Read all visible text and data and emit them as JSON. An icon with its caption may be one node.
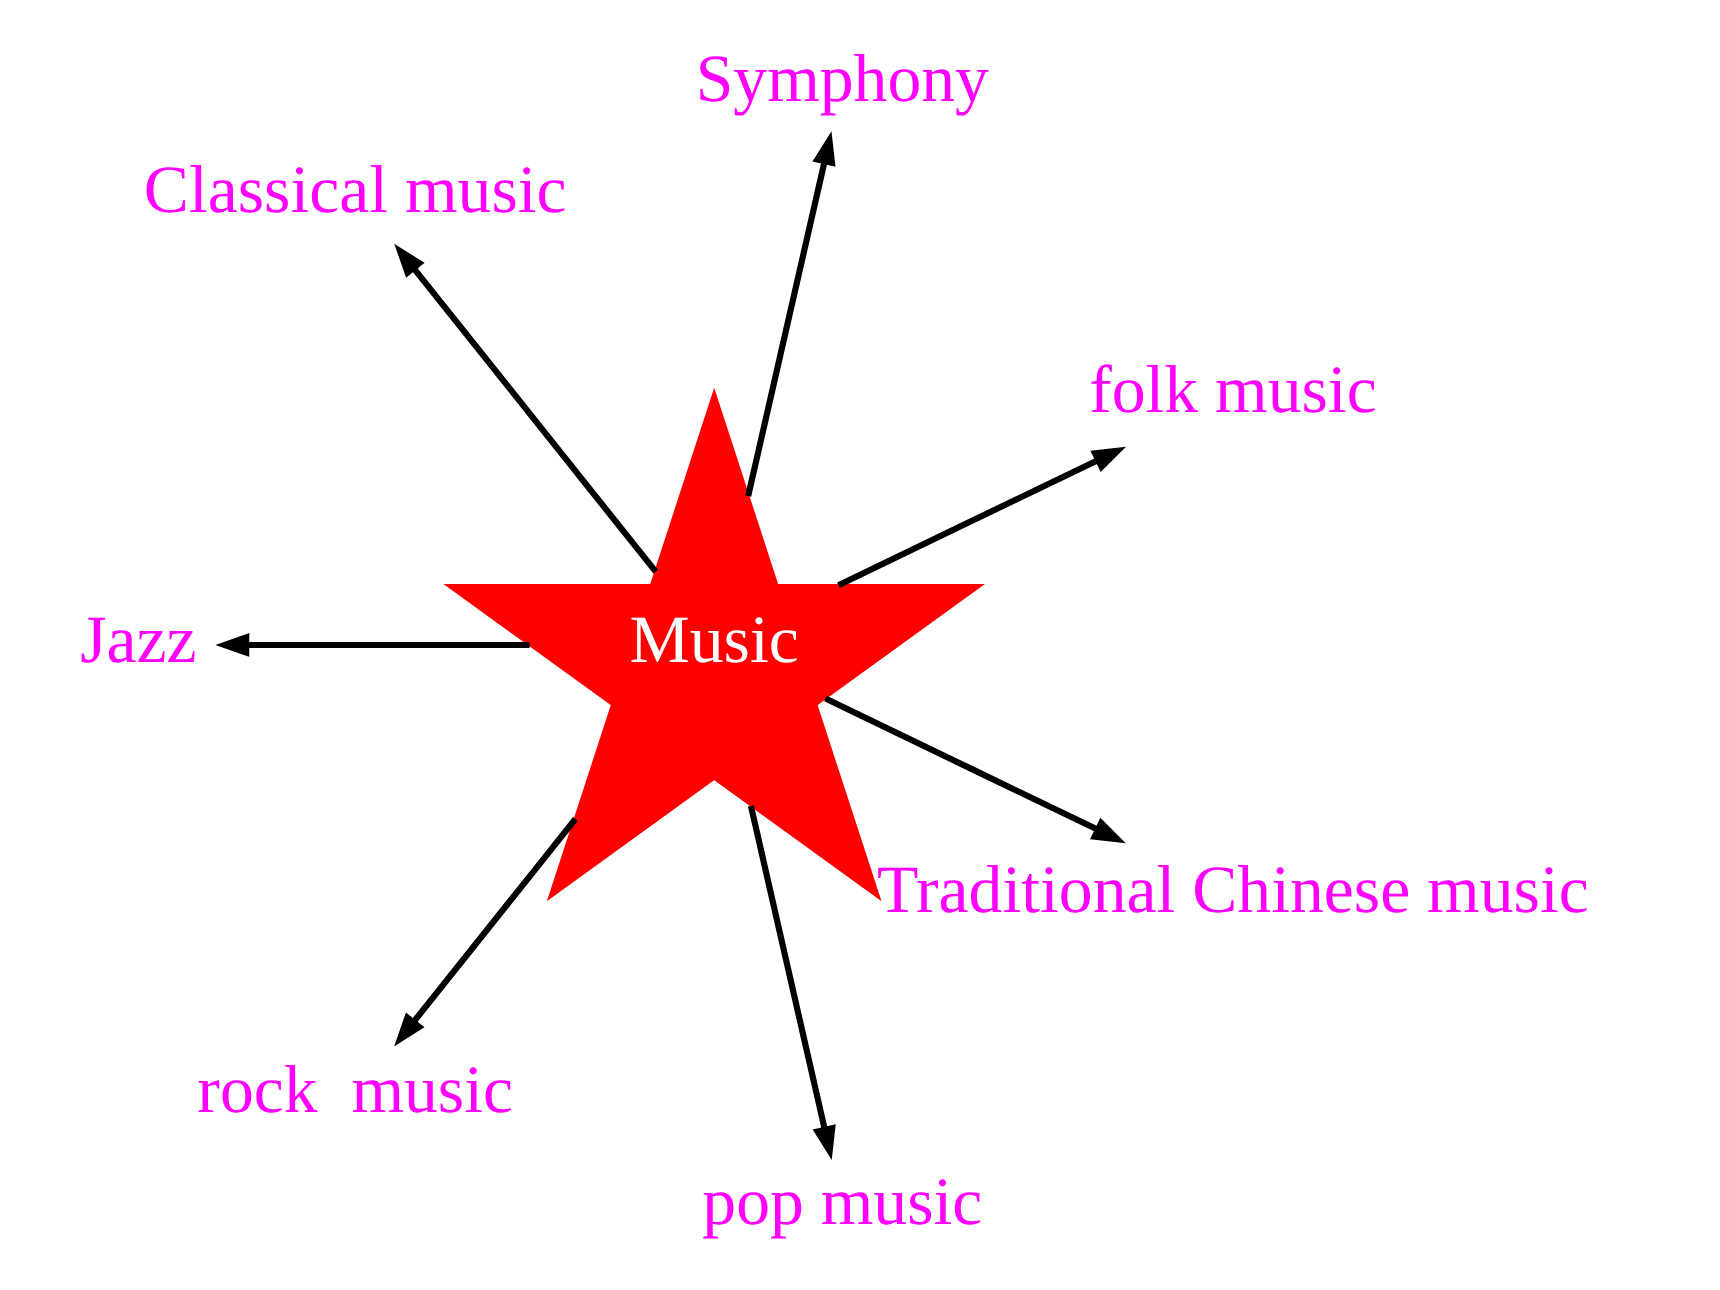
{
  "diagram": {
    "nodes": [
      {
        "text": [
          "folk music"
        ]
      },
      {
        "text": [
          "Symphony"
        ]
      },
      {
        "text": [
          "Classical music"
        ]
      },
      {
        "text": [
          "Music"
        ]
      },
      {
        "text": [
          "Jazz"
        ]
      },
      {
        "text": [
          "rock  music"
        ]
      },
      {
        "text": [
          "pop music"
        ]
      },
      {
        "text": [
          "Traditional Chinese music"
        ]
      }
    ],
    "edges": [
      {
        "from": 3,
        "to": 1,
        "arrow": "to"
      },
      {
        "from": 3,
        "to": 0,
        "arrow": "to"
      },
      {
        "from": 3,
        "to": 2,
        "arrow": "to"
      },
      {
        "from": 3,
        "to": 5,
        "arrow": "to"
      },
      {
        "from": 3,
        "to": 7,
        "arrow": "to"
      },
      {
        "from": 3,
        "to": 6,
        "arrow": "to"
      },
      {
        "from": 3,
        "to": 4,
        "arrow": "to"
      }
    ]
  }
}
